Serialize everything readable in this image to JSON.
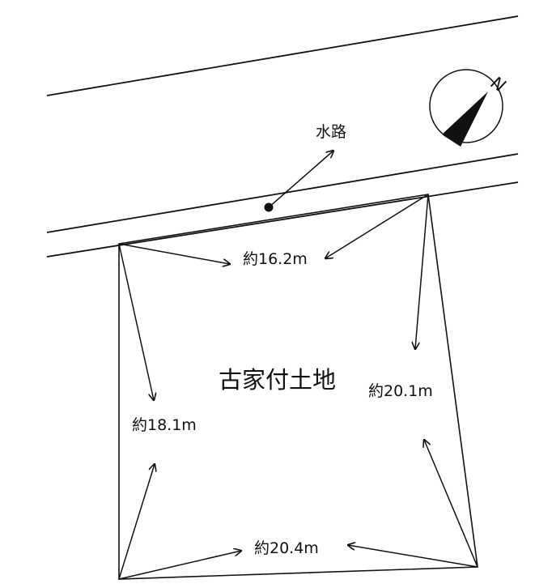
{
  "diagram": {
    "channel_label": "水路",
    "center_label": "古家付土地",
    "top_dimension": "約16.2m",
    "left_dimension": "約18.1m",
    "right_dimension": "約20.1m",
    "bottom_dimension": "約20.4m",
    "north_label": "N"
  },
  "colors": {
    "line": "#111111",
    "background": "#ffffff"
  },
  "icons": {
    "compass": "north-arrow-icon"
  }
}
